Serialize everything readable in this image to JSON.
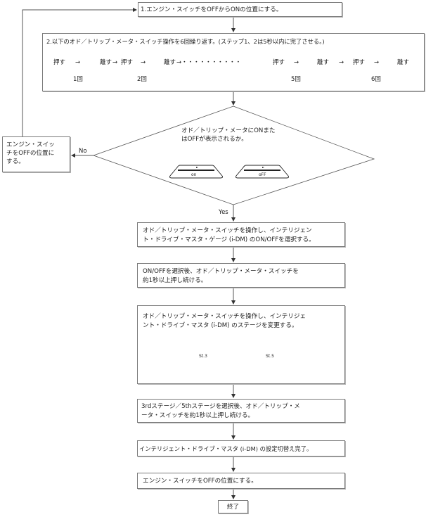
{
  "flowchart": {
    "step1": "1.エンジン・スイッチをOFFからONの位置にする。",
    "step2": {
      "title": "2.以下のオド／トリップ・メータ・スイッチ操作を6回繰り返す。(ステップ1、2は5秒以内に完了させる。)",
      "press": "押す",
      "release": "離す",
      "arrow": "→",
      "dots": "→・・・・・・・・・・",
      "groups": [
        "1回",
        "2回",
        "5回",
        "6回"
      ]
    },
    "decision": {
      "line1": "オド／トリップ・メータにONまた",
      "line2": "はOFFが表示されるか。",
      "gauge_labels": [
        "on",
        "oFF"
      ],
      "no_label": "No",
      "yes_label": "Yes"
    },
    "no_branch": {
      "line1": "エンジン・スイッ",
      "line2": "チをOFFの位置に",
      "line3": "する。"
    },
    "step_select": {
      "line1": "オド／トリップ・メータ・スイッチを操作し、インテリジェン",
      "line2": "ト・ドライブ・マスタ・ゲージ (i-DM) のON/OFFを選択する。"
    },
    "step_hold": {
      "line1": "ON/OFFを選択後、オド／トリップ・メータ・スイッチを",
      "line2": "約1秒以上押し続ける。"
    },
    "step_stage": {
      "line1": "オド／トリップ・メータ・スイッチを操作し、インテリジェ",
      "line2": "ント・ドライブ・マスタ (i-DM) のステージを変更する。",
      "gauge_labels": [
        "St.3",
        "St.5"
      ]
    },
    "step_stage_hold": {
      "line1": "3rdステージ／5thステージを選択後、オド／トリップ・メ",
      "line2": "ータ・スイッチを約1秒以上押し続ける。"
    },
    "step_complete": "インテリジェント・ドライブ・マスタ (i-DM) の設定切替え完了。",
    "step_off": "エンジン・スイッチをOFFの位置にする。",
    "end": "終了"
  }
}
